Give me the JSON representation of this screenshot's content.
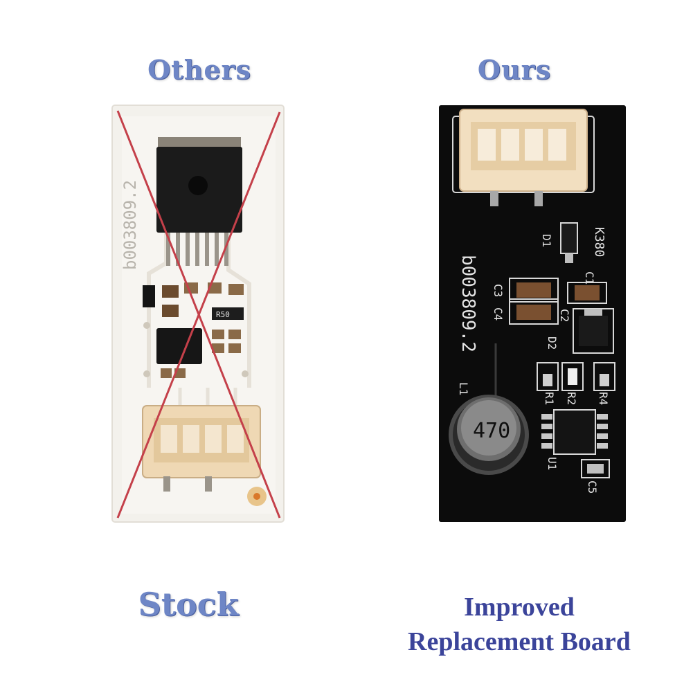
{
  "headings": {
    "left": "Others",
    "right": "Ours"
  },
  "captions": {
    "left": "Stock",
    "right_line1": "Improved",
    "right_line2": "Replacement Board"
  },
  "stock_board": {
    "silkscreen": "b003809.2",
    "chip_marking": "R50"
  },
  "improved_board": {
    "silkscreen": "b003809.2",
    "inductor_marking": "470",
    "labels": {
      "k380": "K380",
      "d1": "D1",
      "c1": "C1",
      "c2": "C2",
      "c3": "C3",
      "c4": "C4",
      "d2": "D2",
      "l1": "L1",
      "r1": "R1",
      "r2": "R2",
      "r4": "R4",
      "u1": "U1",
      "c5": "C5"
    }
  },
  "colors": {
    "heading": "#6e86c6",
    "caption_right": "#3b449a",
    "cross_mark": "#c4404a",
    "pcb_black": "#0c0c0c",
    "pcb_white": "#f3f1ec"
  }
}
